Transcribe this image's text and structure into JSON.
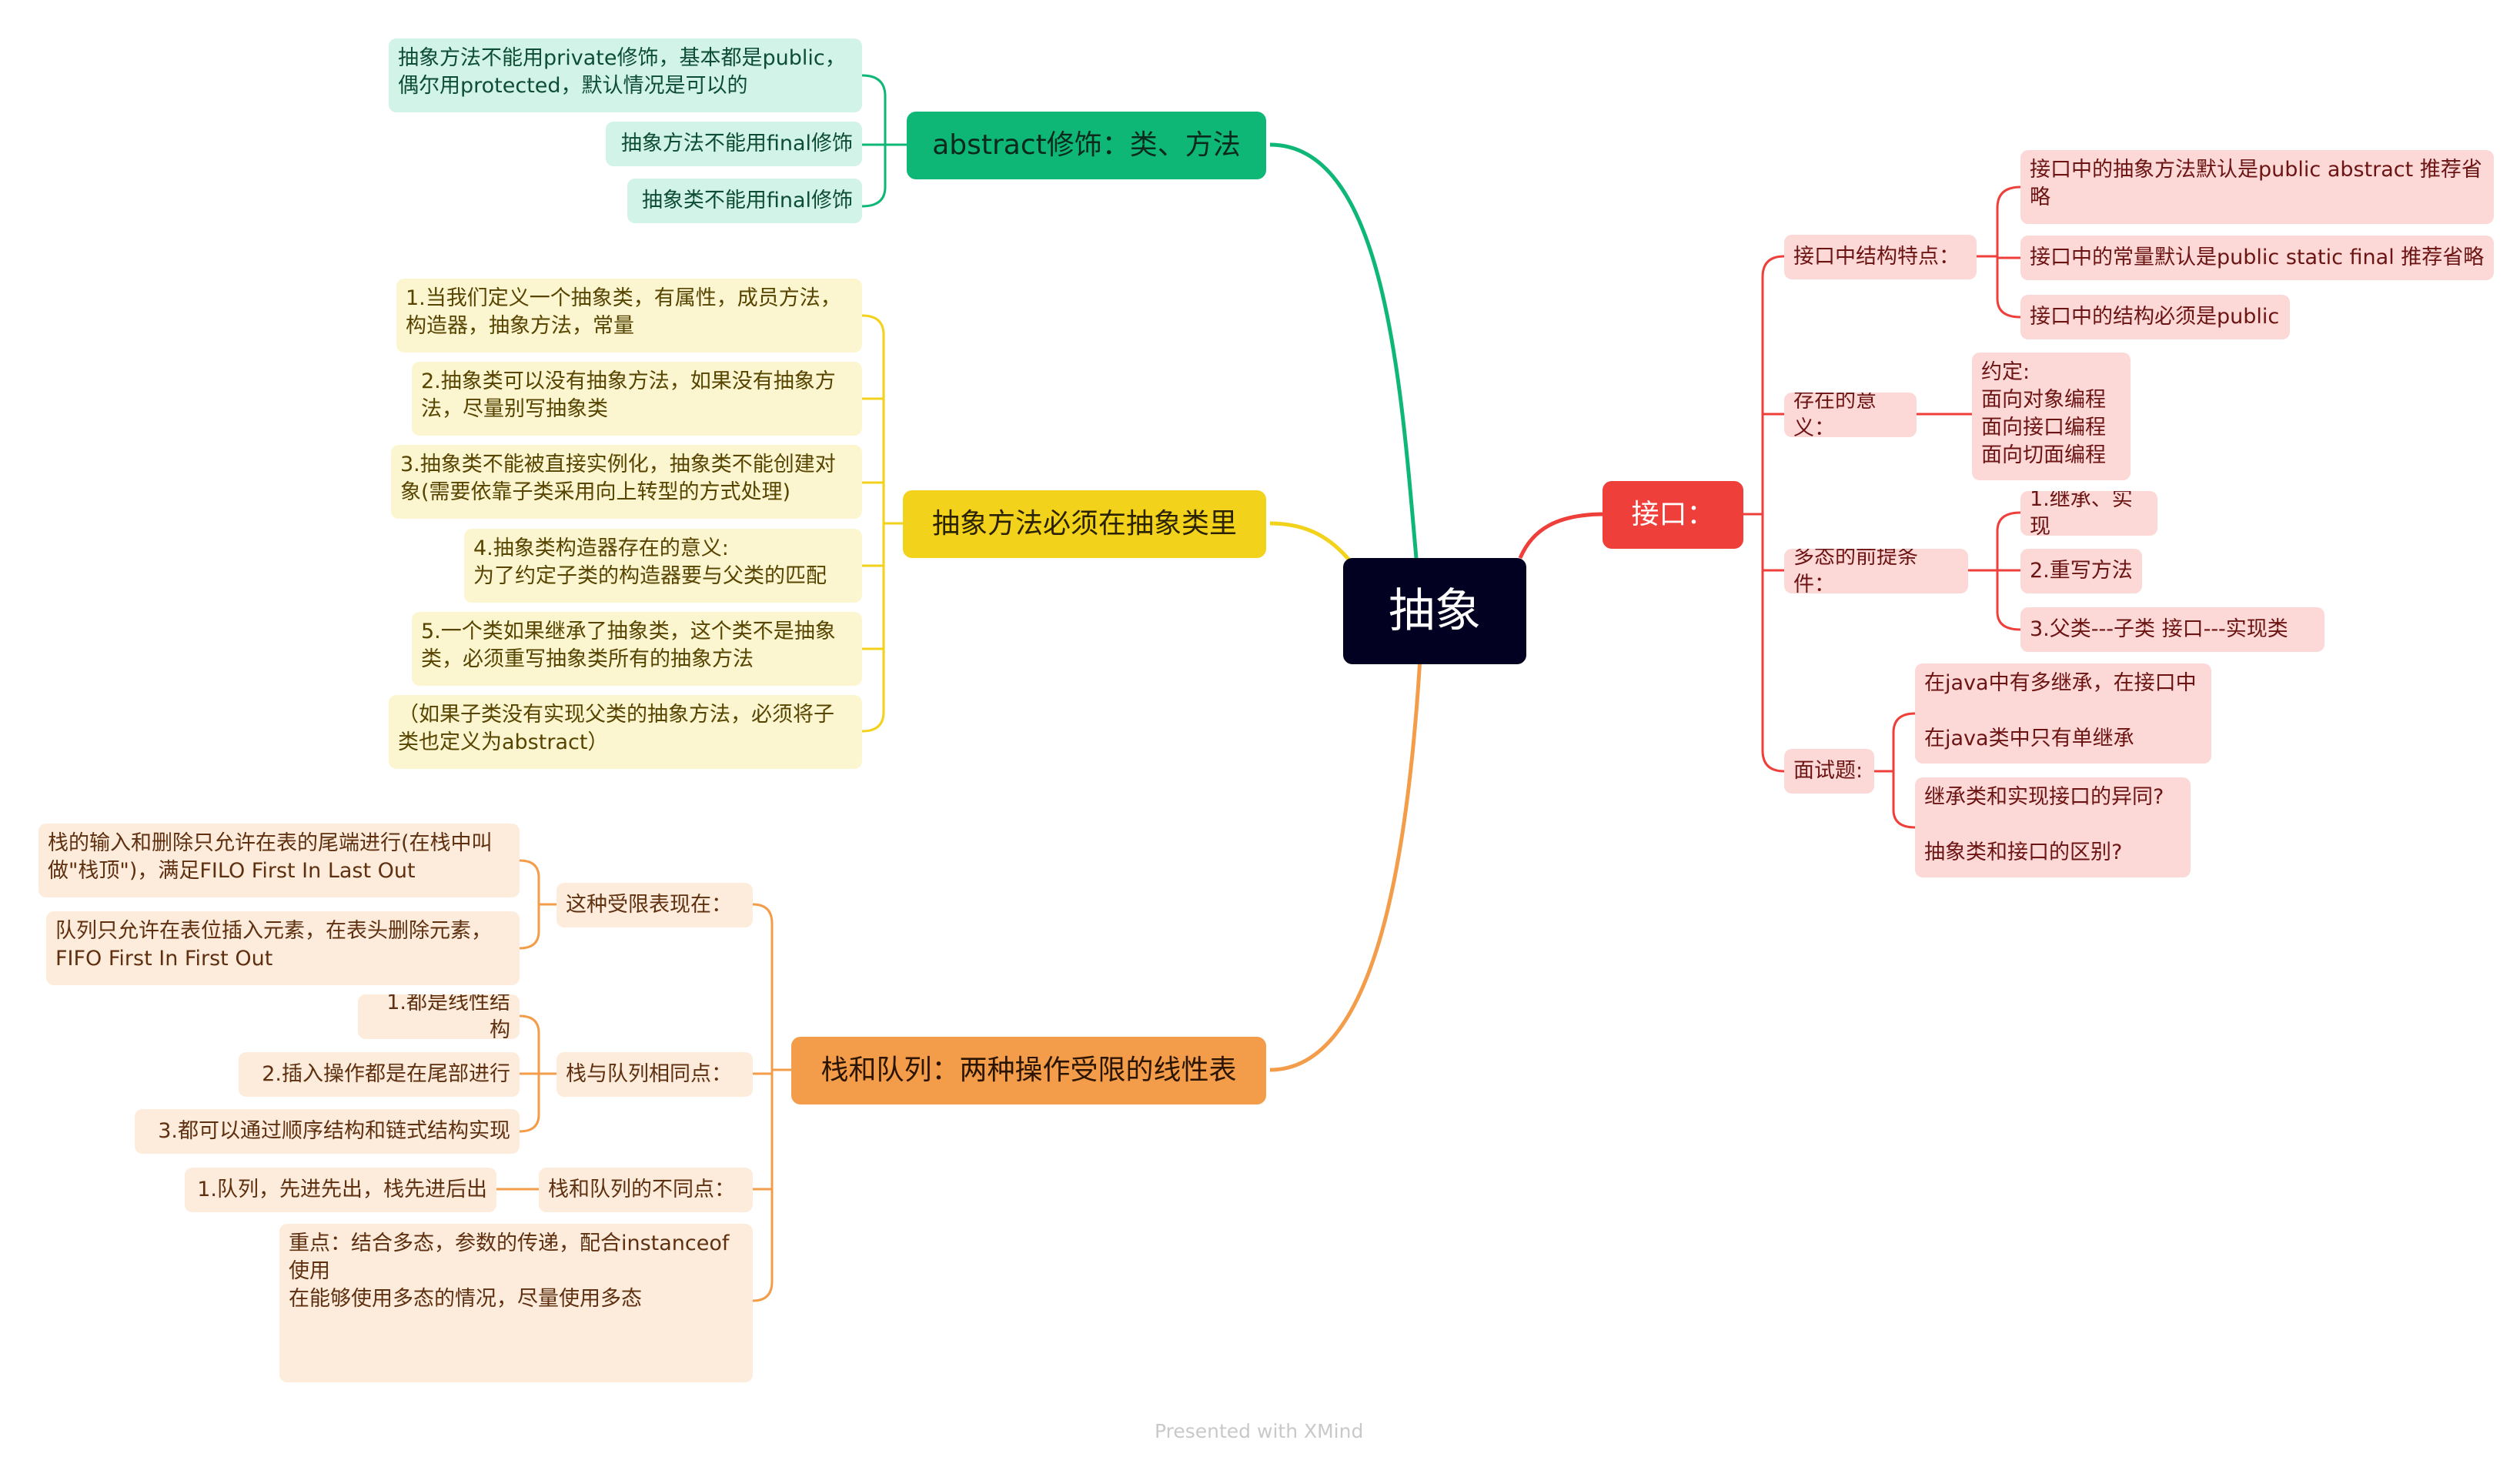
{
  "root": {
    "label": "抽象"
  },
  "branches": {
    "abstract": {
      "label": "abstract修饰：类、方法",
      "items": [
        "抽象方法不能用private修饰，基本都是public，\n偶尔用protected，默认情况是可以的",
        "抽象方法不能用final修饰",
        "抽象类不能用final修饰"
      ]
    },
    "must": {
      "label": "抽象方法必须在抽象类里",
      "items": [
        "1.当我们定义一个抽象类，有属性，成员方法，\n构造器，抽象方法，常量",
        "2.抽象类可以没有抽象方法，如果没有抽象方\n法，尽量别写抽象类",
        "3.抽象类不能被直接实例化，抽象类不能创建对\n象(需要依靠子类采用向上转型的方式处理)",
        "4.抽象类构造器存在的意义:\n为了约定子类的构造器要与父类的匹配",
        "5.一个类如果继承了抽象类，这个类不是抽象\n类，必须重写抽象类所有的抽象方法",
        "（如果子类没有实现父类的抽象方法，必须将子\n类也定义为abstract）"
      ]
    },
    "stack": {
      "label": "栈和队列：两种操作受限的线性表",
      "groups": [
        {
          "label": "这种受限表现在：",
          "items": [
            "栈的输入和删除只允许在表的尾端进行(在栈中叫\n做\"栈顶\")，满足FILO      First In Last Out",
            "队列只允许在表位插入元素，在表头删除元素，\nFIFO      First In First Out"
          ]
        },
        {
          "label": "栈与队列相同点：",
          "items": [
            "1.都是线性结构",
            "2.插入操作都是在尾部进行",
            "3.都可以通过顺序结构和链式结构实现"
          ]
        },
        {
          "label": "栈和队列的不同点：",
          "items": [
            "1.队列，先进先出，栈先进后出"
          ]
        }
      ],
      "note": "重点：结合多态，参数的传递，配合instanceof\n使用\n在能够使用多态的情况，尽量使用多态"
    },
    "interface": {
      "label": "接口：",
      "groups": [
        {
          "label": "接口中结构特点：",
          "items": [
            "接口中的抽象方法默认是public abstract 推荐省\n略",
            "接口中的常量默认是public static final 推荐省略",
            "接口中的结构必须是public"
          ]
        },
        {
          "label": "存在的意义：",
          "items": [
            "约定:\n面向对象编程\n面向接口编程\n面向切面编程"
          ]
        },
        {
          "label": "多态的前提条件：",
          "items": [
            "1.继承、实现",
            "2.重写方法",
            "3.父类---子类  接口---实现类"
          ]
        },
        {
          "label": "面试题:",
          "items": [
            "在java中有多继承，在接口中\n\n在java类中只有单继承",
            "继承类和实现接口的异同?\n\n抽象类和接口的区别?"
          ]
        }
      ]
    }
  },
  "watermark": "Presented with XMind",
  "colors": {
    "root": "#020122",
    "green": "#0fb777",
    "yellow": "#f2d21b",
    "orange": "#f39c4a",
    "red": "#ef3f3a"
  }
}
